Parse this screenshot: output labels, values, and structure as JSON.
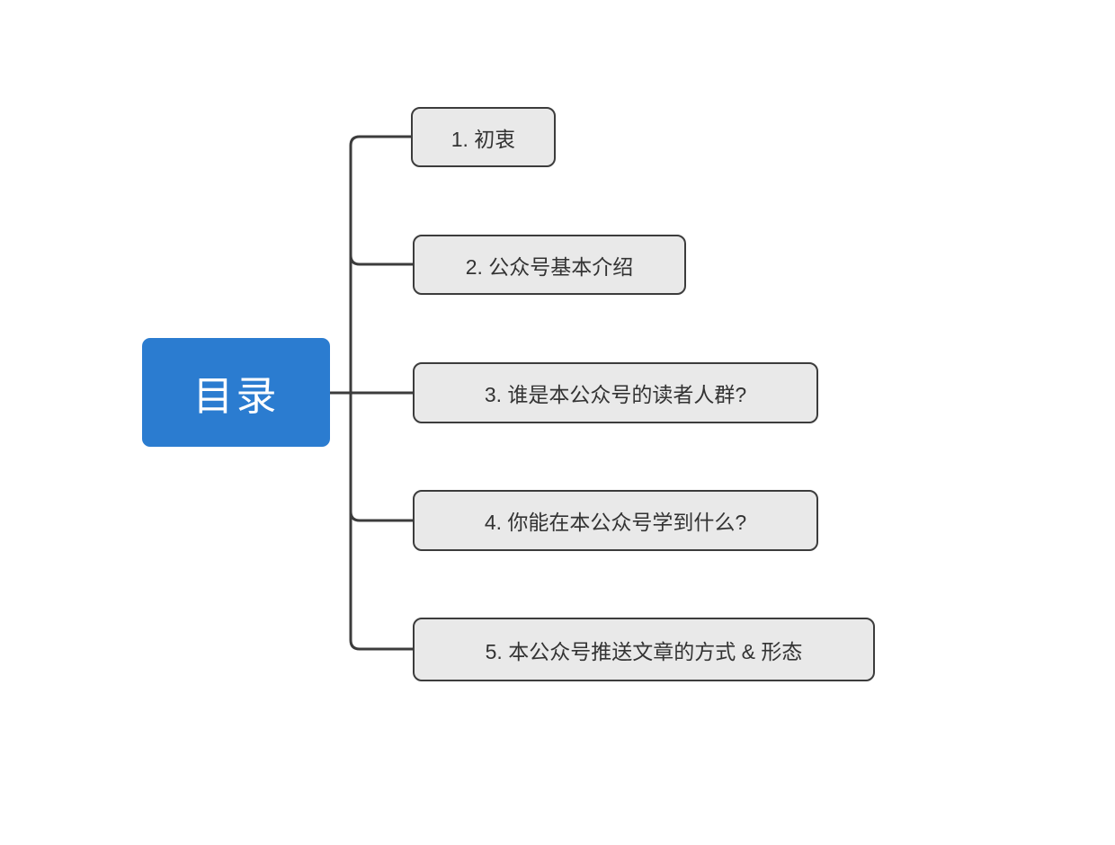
{
  "diagram": {
    "title": "目录 mind map",
    "root": {
      "label": "目录"
    },
    "children": [
      {
        "label": "1. 初衷"
      },
      {
        "label": "2. 公众号基本介绍"
      },
      {
        "label": "3. 谁是本公众号的读者人群?"
      },
      {
        "label": "4. 你能在本公众号学到什么?"
      },
      {
        "label": "5. 本公众号推送文章的方式 & 形态"
      }
    ],
    "colors": {
      "root_fill": "#2b7cd0",
      "root_text": "#ffffff",
      "child_fill": "#e9e9e9",
      "child_border": "#3c3c3c",
      "child_text": "#333333",
      "connector": "#3c3c3c",
      "background": "#ffffff"
    }
  }
}
